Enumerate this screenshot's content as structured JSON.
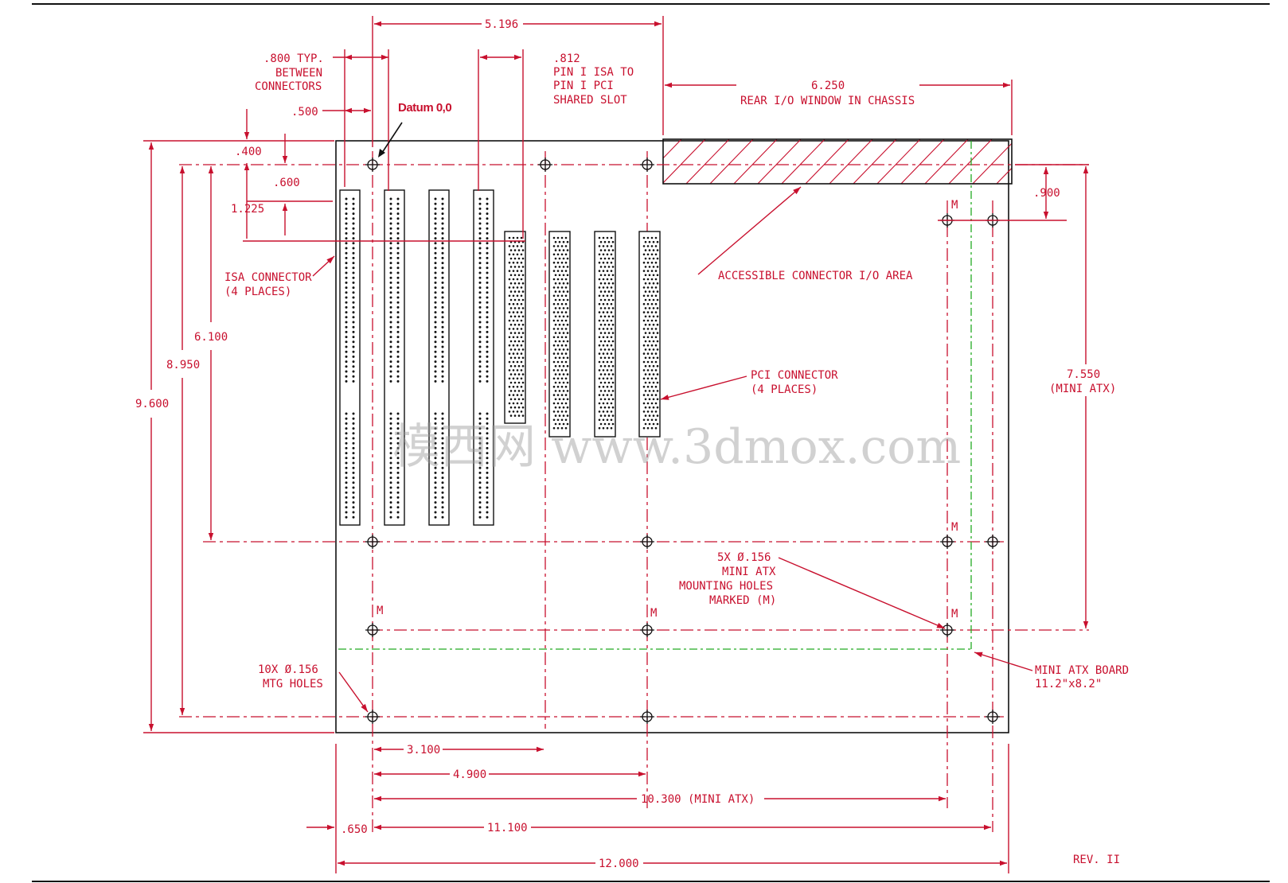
{
  "colors": {
    "dimension": "#c8102e",
    "outline": "#111111",
    "mini_atx_outline": "#22aa22"
  },
  "labels": {
    "dim_5196": "5.196",
    "typ_800_l1": ".800 TYP.",
    "typ_800_l2": "BETWEEN",
    "typ_800_l3": "CONNECTORS",
    "dim_500": ".500",
    "dim_812": ".812",
    "pin_l1": "PIN I ISA TO",
    "pin_l2": "PIN I PCI",
    "pin_l3": "SHARED SLOT",
    "datum": "Datum 0,0",
    "dim_6250": "6.250",
    "rear_io": "REAR I/O WINDOW IN CHASSIS",
    "dim_400": ".400",
    "dim_600": ".600",
    "dim_1225": "1.225",
    "dim_900": ".900",
    "io_area": "ACCESSIBLE CONNECTOR I/O AREA",
    "isa_l1": "ISA CONNECTOR",
    "isa_l2": "(4 PLACES)",
    "dim_6100": "6.100",
    "dim_8950": "8.950",
    "dim_9600": "9.600",
    "pci_l1": "PCI CONNECTOR",
    "pci_l2": "(4 PLACES)",
    "dim_7550": "7.550",
    "mini_atx_paren": "(MINI ATX)",
    "mh_l1": "5X Ø.156",
    "mh_l2": "MINI ATX",
    "mh_l3": "MOUNTING HOLES",
    "mh_l4": "MARKED (M)",
    "mtg_l1": "10X Ø.156",
    "mtg_l2": "MTG HOLES",
    "board_l1": "MINI ATX BOARD",
    "board_l2": "11.2\"x8.2\"",
    "dim_3100": "3.100",
    "dim_4900": "4.900",
    "dim_10300": "10.300 (MINI ATX)",
    "dim_650": ".650",
    "dim_11100": "11.100",
    "dim_12000": "12.000",
    "rev": "REV. II",
    "m_marker": "M",
    "watermark": "模西网 www.3dmox.com"
  }
}
